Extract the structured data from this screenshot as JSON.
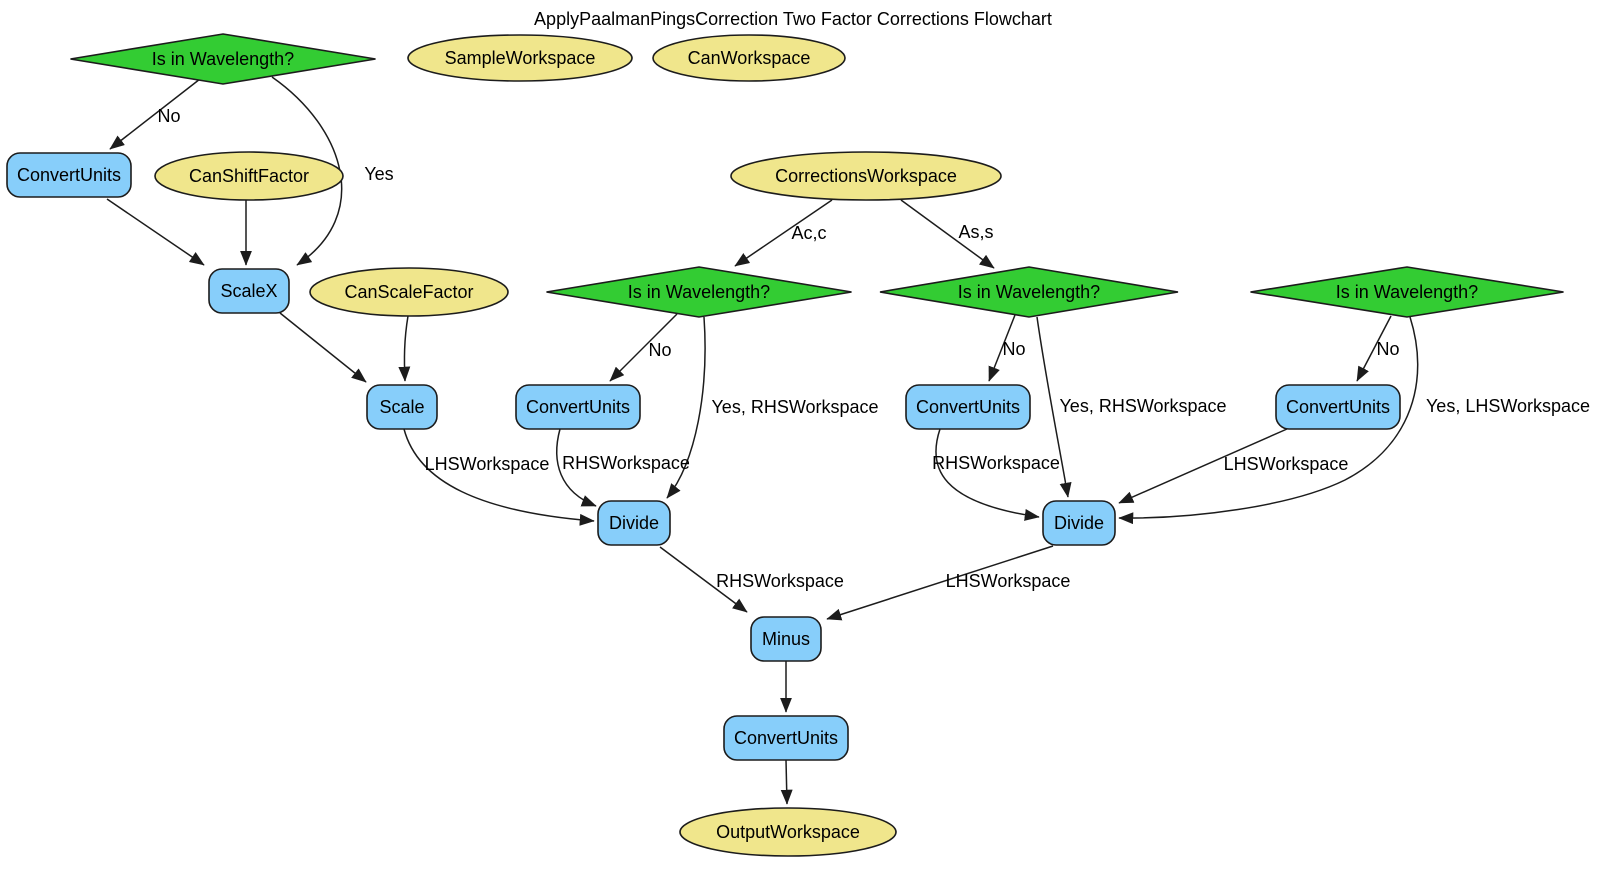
{
  "title": "ApplyPaalmanPingsCorrection Two Factor Corrections Flowchart",
  "colors": {
    "decision": "#33cc33",
    "process": "#87cefa",
    "workspace": "#f0e68c",
    "edge": "#1c1c1c",
    "text": "#000000",
    "background": "#ffffff"
  },
  "nodes": [
    {
      "id": "wavelength-check-sample",
      "type": "decision",
      "label": "Is in Wavelength?"
    },
    {
      "id": "sample-workspace",
      "type": "workspace",
      "label": "SampleWorkspace"
    },
    {
      "id": "can-workspace",
      "type": "workspace",
      "label": "CanWorkspace"
    },
    {
      "id": "convert-units-sample",
      "type": "process",
      "label": "ConvertUnits"
    },
    {
      "id": "can-shift-factor",
      "type": "workspace",
      "label": "CanShiftFactor"
    },
    {
      "id": "corrections-workspace",
      "type": "workspace",
      "label": "CorrectionsWorkspace"
    },
    {
      "id": "scale-x",
      "type": "process",
      "label": "ScaleX"
    },
    {
      "id": "can-scale-factor",
      "type": "workspace",
      "label": "CanScaleFactor"
    },
    {
      "id": "wavelength-check-ac",
      "type": "decision",
      "label": "Is in Wavelength?"
    },
    {
      "id": "wavelength-check-as",
      "type": "decision",
      "label": "Is in Wavelength?"
    },
    {
      "id": "wavelength-check-lhs",
      "type": "decision",
      "label": "Is in Wavelength?"
    },
    {
      "id": "scale",
      "type": "process",
      "label": "Scale"
    },
    {
      "id": "convert-units-ac",
      "type": "process",
      "label": "ConvertUnits"
    },
    {
      "id": "convert-units-as",
      "type": "process",
      "label": "ConvertUnits"
    },
    {
      "id": "convert-units-lhs",
      "type": "process",
      "label": "ConvertUnits"
    },
    {
      "id": "divide-ac",
      "type": "process",
      "label": "Divide"
    },
    {
      "id": "divide-as",
      "type": "process",
      "label": "Divide"
    },
    {
      "id": "minus",
      "type": "process",
      "label": "Minus"
    },
    {
      "id": "convert-units-output",
      "type": "process",
      "label": "ConvertUnits"
    },
    {
      "id": "output-workspace",
      "type": "workspace",
      "label": "OutputWorkspace"
    }
  ],
  "edges": [
    {
      "from": "wavelength-check-sample",
      "to": "convert-units-sample",
      "label": "No"
    },
    {
      "from": "wavelength-check-sample",
      "to": "scale-x",
      "label": "Yes"
    },
    {
      "from": "convert-units-sample",
      "to": "scale-x",
      "label": ""
    },
    {
      "from": "can-shift-factor",
      "to": "scale-x",
      "label": ""
    },
    {
      "from": "scale-x",
      "to": "scale",
      "label": ""
    },
    {
      "from": "can-scale-factor",
      "to": "scale",
      "label": ""
    },
    {
      "from": "scale",
      "to": "divide-ac",
      "label": "LHSWorkspace"
    },
    {
      "from": "corrections-workspace",
      "to": "wavelength-check-ac",
      "label": "Ac,c"
    },
    {
      "from": "corrections-workspace",
      "to": "wavelength-check-as",
      "label": "As,s"
    },
    {
      "from": "wavelength-check-ac",
      "to": "convert-units-ac",
      "label": "No"
    },
    {
      "from": "wavelength-check-ac",
      "to": "divide-ac",
      "label": "Yes, RHSWorkspace"
    },
    {
      "from": "convert-units-ac",
      "to": "divide-ac",
      "label": "RHSWorkspace"
    },
    {
      "from": "wavelength-check-as",
      "to": "convert-units-as",
      "label": "No"
    },
    {
      "from": "wavelength-check-as",
      "to": "divide-as",
      "label": "Yes, RHSWorkspace"
    },
    {
      "from": "convert-units-as",
      "to": "divide-as",
      "label": "RHSWorkspace"
    },
    {
      "from": "wavelength-check-lhs",
      "to": "convert-units-lhs",
      "label": "No"
    },
    {
      "from": "wavelength-check-lhs",
      "to": "divide-as",
      "label": "Yes, LHSWorkspace"
    },
    {
      "from": "convert-units-lhs",
      "to": "divide-as",
      "label": "LHSWorkspace"
    },
    {
      "from": "divide-ac",
      "to": "minus",
      "label": "RHSWorkspace"
    },
    {
      "from": "divide-as",
      "to": "minus",
      "label": "LHSWorkspace"
    },
    {
      "from": "minus",
      "to": "convert-units-output",
      "label": ""
    },
    {
      "from": "convert-units-output",
      "to": "output-workspace",
      "label": ""
    }
  ]
}
